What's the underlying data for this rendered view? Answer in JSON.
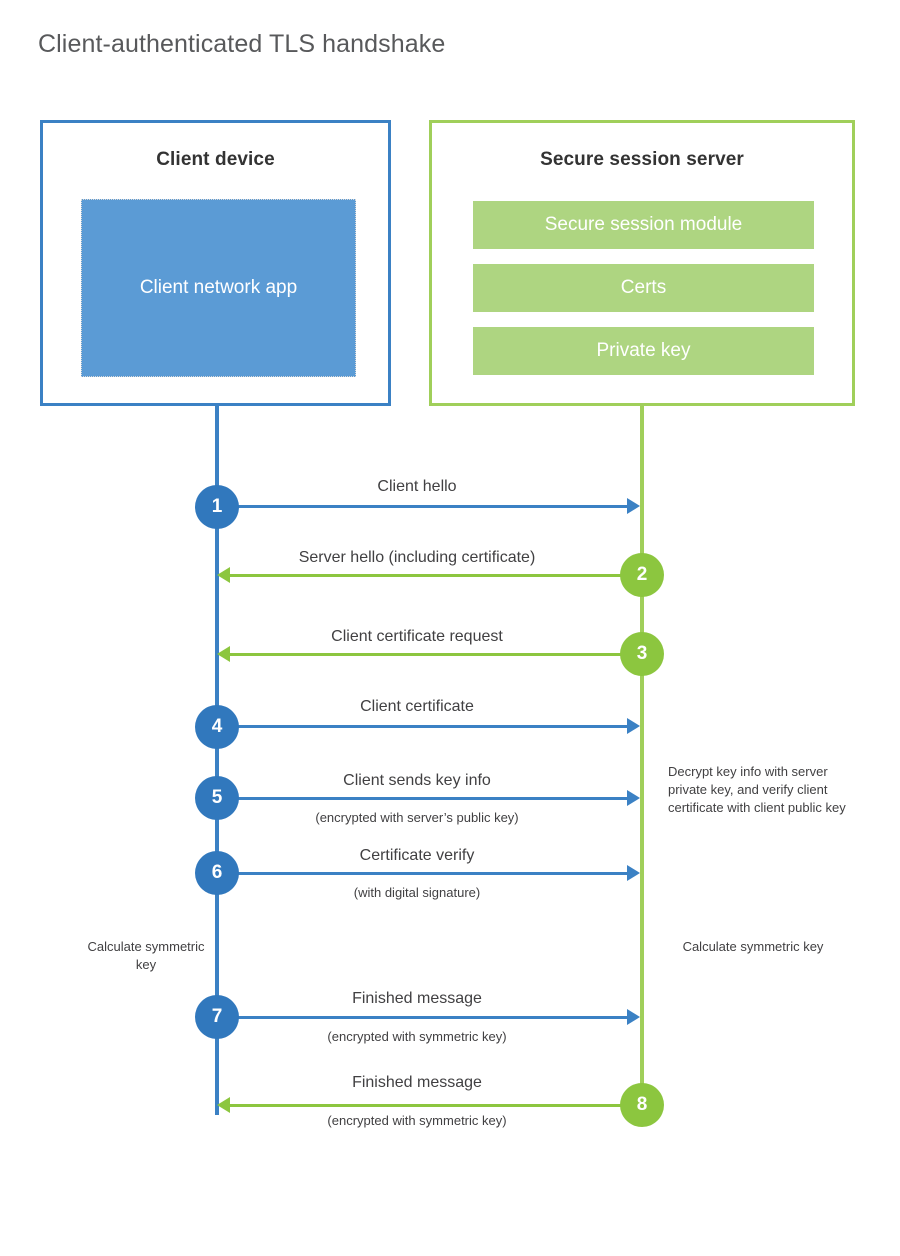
{
  "title": "Client-authenticated TLS handshake",
  "colors": {
    "client_blue": "#3b81c4",
    "client_app_fill": "#5b9bd5",
    "server_green": "#a0cf5a",
    "server_module_fill": "#aed581",
    "arrow_blue": "#3b81c4",
    "arrow_green": "#8cc63f",
    "circle_blue": "#3178bd",
    "circle_green": "#8cc63f",
    "text_dark": "#414042",
    "title_gray": "#58595b"
  },
  "actors": {
    "client": {
      "title": "Client device",
      "app_label": "Client network app"
    },
    "server": {
      "title": "Secure session server",
      "modules": [
        {
          "label": "Secure session module"
        },
        {
          "label": "Certs"
        },
        {
          "label": "Private key"
        }
      ]
    }
  },
  "steps": [
    {
      "number": "1",
      "label": "Client hello",
      "sublabel": "",
      "direction": "client-to-server",
      "color": "blue"
    },
    {
      "number": "2",
      "label": "Server hello (including certificate)",
      "sublabel": "",
      "direction": "server-to-client",
      "color": "green"
    },
    {
      "number": "3",
      "label": "Client certificate request",
      "sublabel": "",
      "direction": "server-to-client",
      "color": "green"
    },
    {
      "number": "4",
      "label": "Client certificate",
      "sublabel": "",
      "direction": "client-to-server",
      "color": "blue"
    },
    {
      "number": "5",
      "label": "Client sends key info",
      "sublabel": "(encrypted with server’s public key)",
      "direction": "client-to-server",
      "color": "blue"
    },
    {
      "number": "6",
      "label": "Certificate verify",
      "sublabel": "(with digital signature)",
      "direction": "client-to-server",
      "color": "blue"
    },
    {
      "number": "7",
      "label": "Finished message",
      "sublabel": "(encrypted with symmetric key)",
      "direction": "client-to-server",
      "color": "blue"
    },
    {
      "number": "8",
      "label": "Finished message",
      "sublabel": "(encrypted with symmetric key)",
      "direction": "server-to-client",
      "color": "green"
    }
  ],
  "notes": {
    "server_decrypt": "Decrypt key info with server private key, and verify client certificate with client public key",
    "client_calculate": "Calculate symmetric key",
    "server_calculate": "Calculate symmetric key"
  }
}
